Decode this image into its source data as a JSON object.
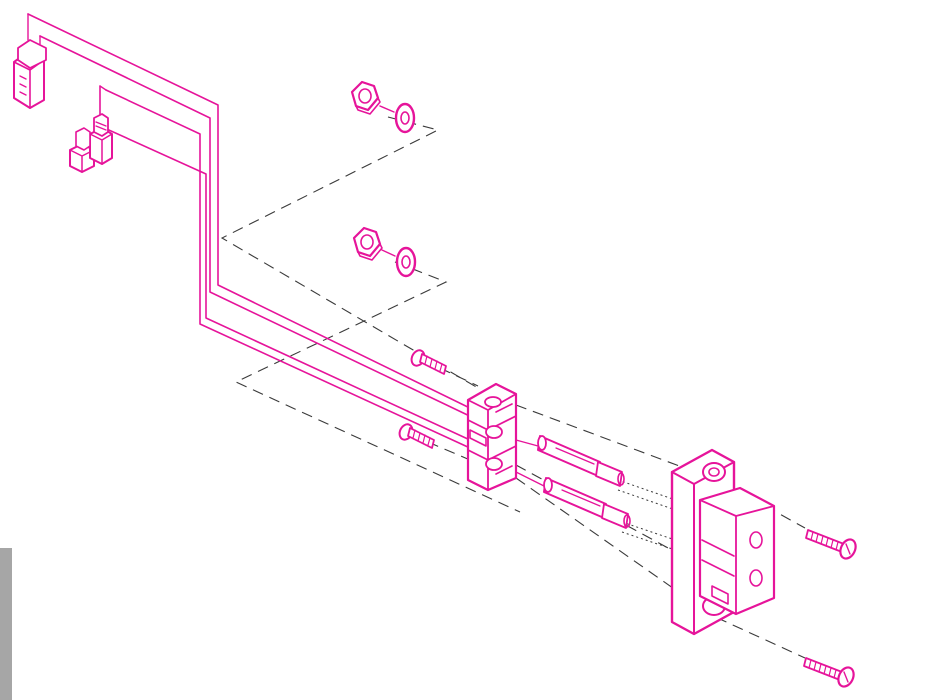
{
  "colors": {
    "line_art": "#e6149a",
    "guide_lines": "#3a3a3a",
    "background": "#ffffff",
    "side_tab": "#a6a6a6"
  },
  "parts": [
    {
      "name": "wire-harness-connector",
      "icon": "connector-plug-icon"
    },
    {
      "name": "sensor-fitting",
      "icon": "fitting-icon"
    },
    {
      "name": "hex-nut",
      "count": 2,
      "icon": "hex-nut-icon"
    },
    {
      "name": "flat-washer",
      "count": 2,
      "icon": "washer-icon"
    },
    {
      "name": "short-screw",
      "count": 2,
      "icon": "screw-icon"
    },
    {
      "name": "terminal-block",
      "icon": "terminal-block-icon"
    },
    {
      "name": "terminal-pin",
      "count": 2,
      "icon": "pin-icon"
    },
    {
      "name": "mounting-receptacle",
      "icon": "receptacle-icon"
    },
    {
      "name": "long-screw",
      "count": 2,
      "icon": "screw-icon"
    }
  ]
}
